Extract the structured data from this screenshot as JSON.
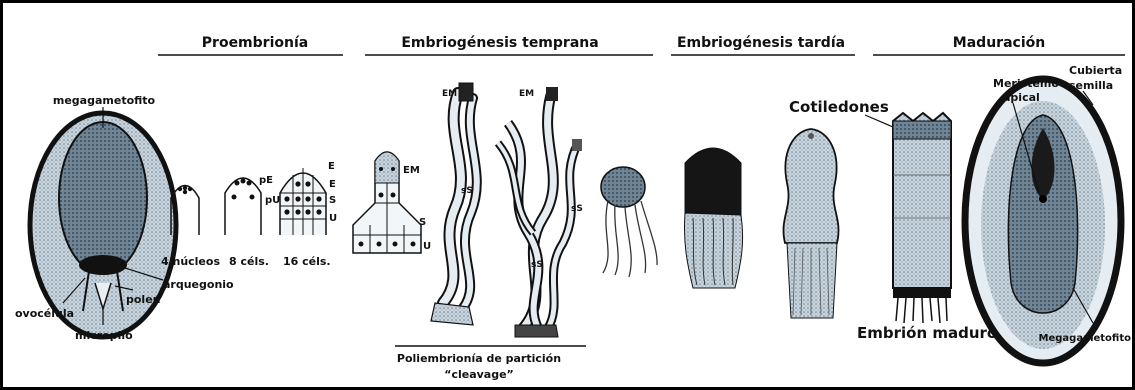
{
  "headers": {
    "proembrionia": "Proembrionía",
    "temprana": "Embriogénesis temprana",
    "tardia": "Embriogénesis tardía",
    "maduracion": "Maduración"
  },
  "labels": {
    "megagametofito_top": "megagametofito",
    "ovocelula": "ovocélula",
    "micropilo": "micropilo",
    "polen": "polen",
    "arquegonio": "arquegonio",
    "n4": "4 núcleos",
    "n8": "8 céls.",
    "n16": "16 céls.",
    "pE": "pE",
    "pU": "pU",
    "E": "E",
    "S": "S",
    "U": "U",
    "EM": "EM",
    "sS": "sS",
    "cotiledones": "Cotiledones",
    "meristemo": "Meristemo",
    "apical": "apical",
    "cubierta": "Cubierta",
    "semilla": "semilla",
    "embrion_maduro": "Embrión maduro",
    "megagametofito_bottom": "Megagametofito",
    "poliembrionia": "Poliembrionía de partición",
    "cleavage": "“cleavage”"
  },
  "colors": {
    "ink": "#111111",
    "fill_mid": "#7a8fa0",
    "fill_light": "#c9d5de",
    "fill_dark": "#1a1a1a"
  }
}
